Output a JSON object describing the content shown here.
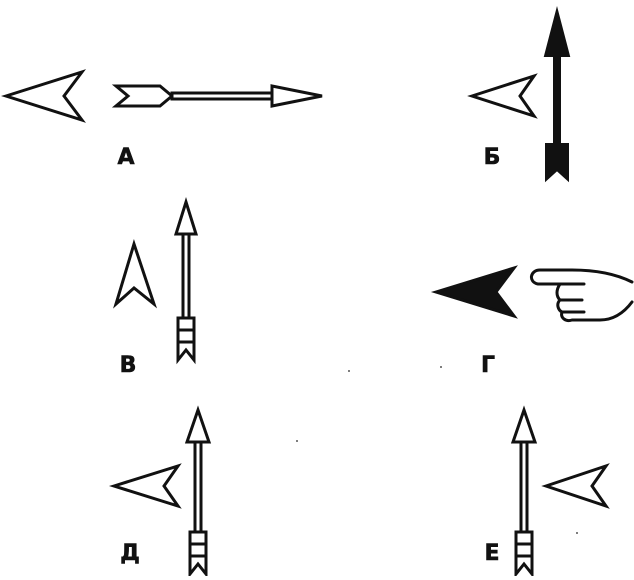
{
  "panels": [
    {
      "id": "a",
      "label": "А",
      "description_icons": [
        "chevron-left-icon",
        "arrow-right-icon"
      ]
    },
    {
      "id": "b",
      "label": "Б",
      "description_icons": [
        "chevron-left-icon",
        "arrow-up-filled-icon"
      ]
    },
    {
      "id": "v",
      "label": "В",
      "description_icons": [
        "chevron-up-icon",
        "arrow-up-icon"
      ]
    },
    {
      "id": "g",
      "label": "Г",
      "description_icons": [
        "chevron-left-filled-icon",
        "pointing-hand-icon"
      ]
    },
    {
      "id": "d",
      "label": "Д",
      "description_icons": [
        "chevron-left-icon",
        "arrow-up-icon"
      ]
    },
    {
      "id": "e",
      "label": "Е",
      "description_icons": [
        "arrow-up-icon",
        "chevron-left-icon"
      ]
    }
  ],
  "colors": {
    "ink": "#111111",
    "paper": "#ffffff"
  }
}
